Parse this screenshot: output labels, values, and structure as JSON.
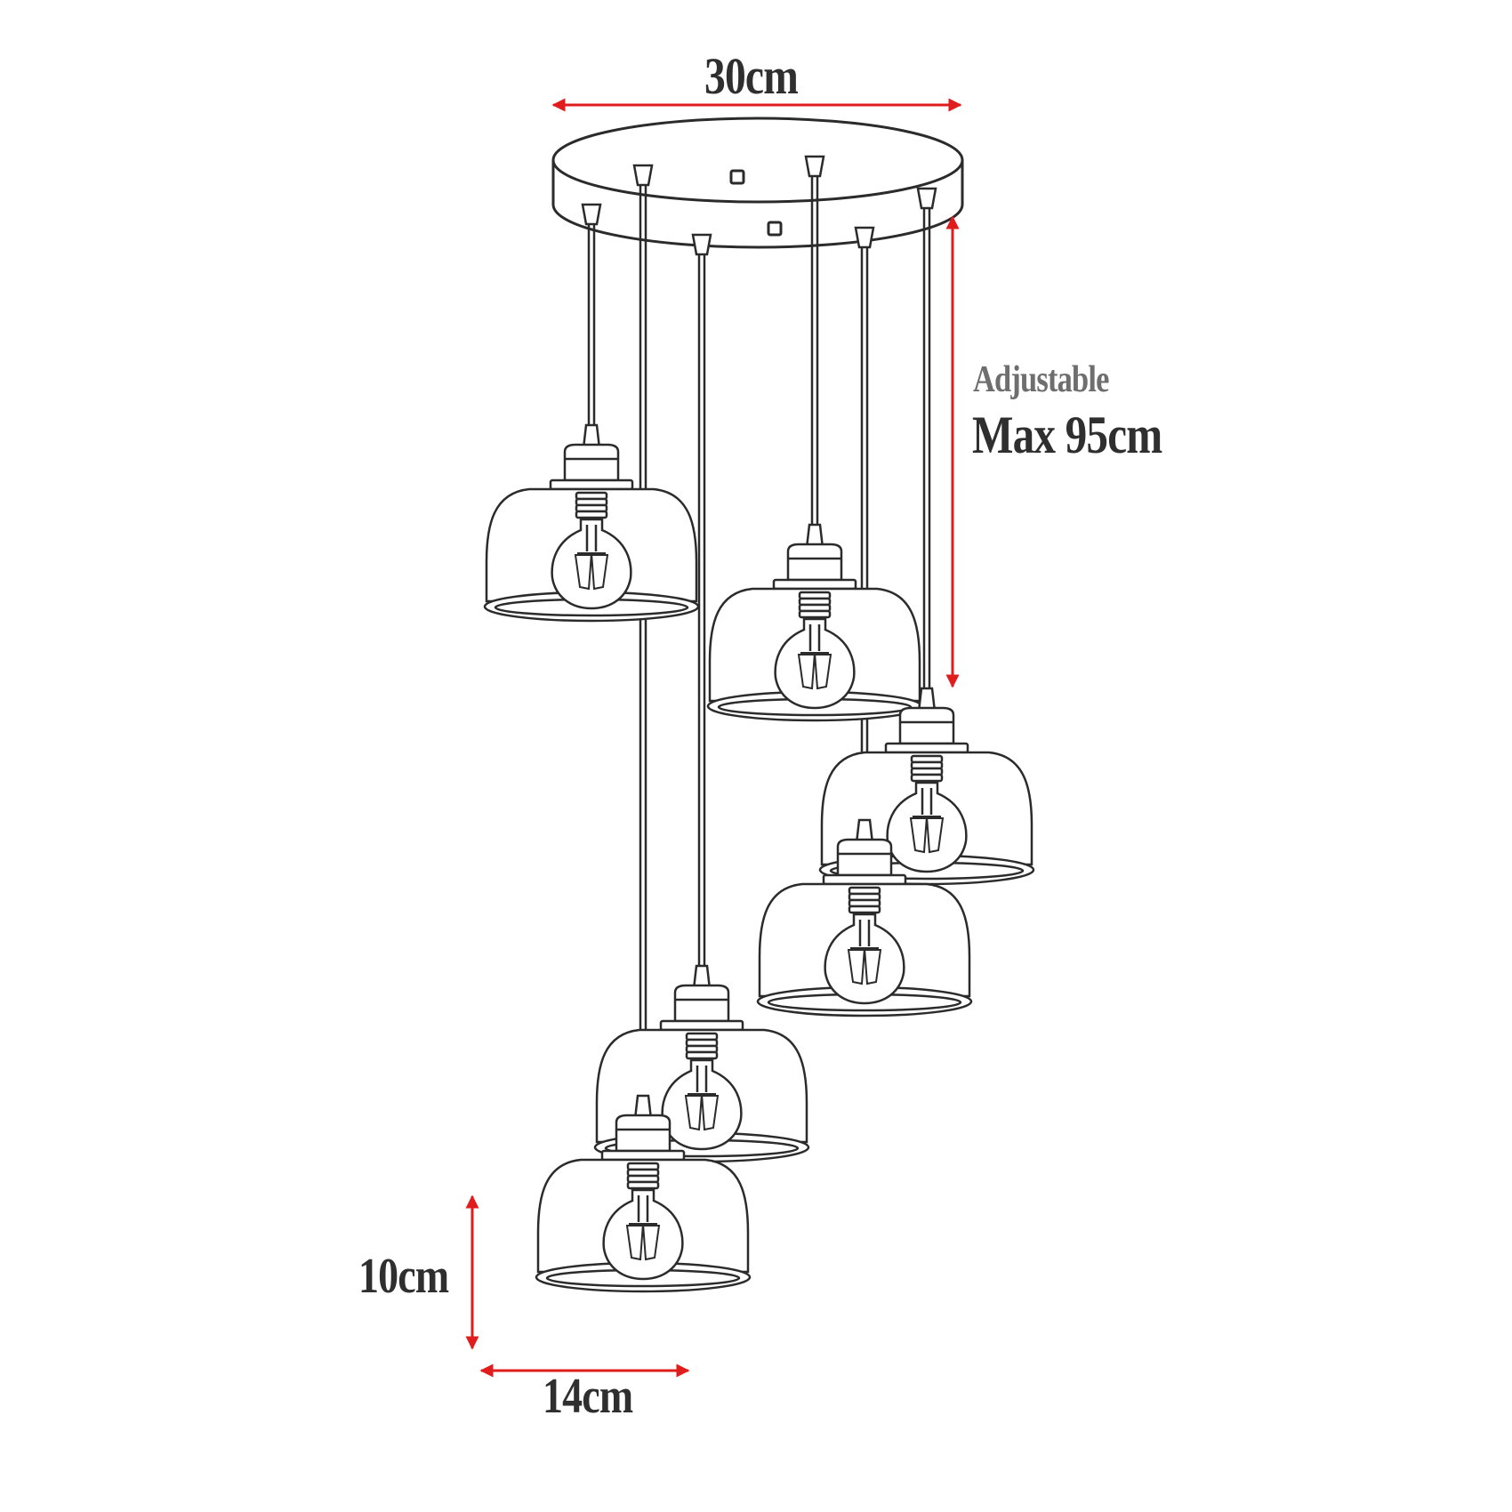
{
  "dimensions": {
    "canopy_diameter": "30cm",
    "adjustable_label": "Adjustable",
    "max_drop": "Max 95cm",
    "shade_height": "10cm",
    "shade_width": "14cm"
  },
  "colors": {
    "line": "#2b2b2b",
    "arrow": "#e11c1c",
    "text_dark": "#2f2f2f",
    "text_grey": "#6e6e6e",
    "background": "#ffffff"
  },
  "pendant_count": 6
}
